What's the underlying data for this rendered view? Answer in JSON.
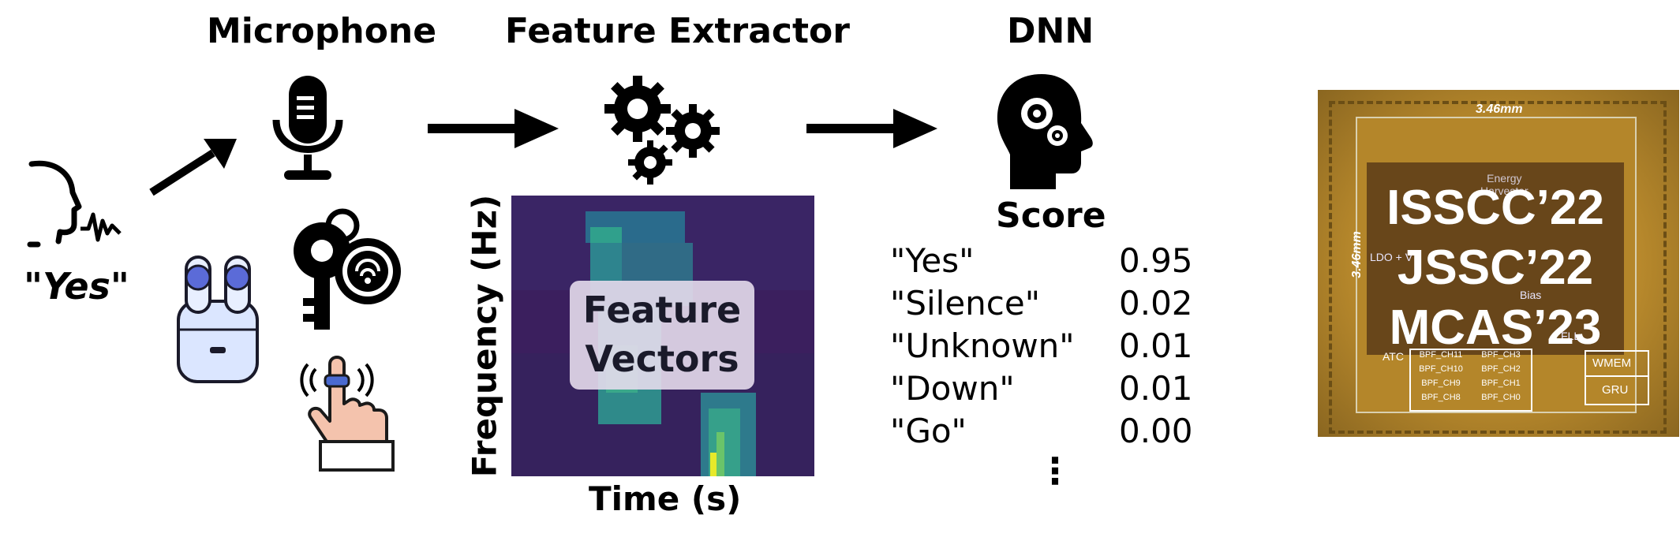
{
  "titles": {
    "microphone": "Microphone",
    "feature_extractor": "Feature Extractor",
    "dnn": "DNN"
  },
  "speech_label": "\"Yes\"",
  "spectrogram": {
    "ylabel": "Frequency (Hz)",
    "xlabel": "Time (s)",
    "overlay_line1": "Feature",
    "overlay_line2": "Vectors"
  },
  "score": {
    "header": "Score",
    "rows": [
      {
        "label": "\"Yes\"",
        "value": "0.95"
      },
      {
        "label": "\"Silence\"",
        "value": "0.02"
      },
      {
        "label": "\"Unknown\"",
        "value": "0.01"
      },
      {
        "label": "\"Down\"",
        "value": "0.01"
      },
      {
        "label": "\"Go\"",
        "value": "0.00"
      }
    ],
    "ellipsis": "⋮"
  },
  "chip": {
    "venues": [
      "ISSCC’22",
      "JSSC’22",
      "MCAS’23"
    ],
    "dim_top": "3.46mm",
    "dim_side": "3.46mm",
    "blocks": {
      "energy": "Energy\nHarvester",
      "ldo": "LDO + V",
      "bias": "Bias",
      "fll": "FLL",
      "atc": "ATC",
      "wmem": "WMEM",
      "gru": "GRU",
      "bpf": [
        "BPF_CH11",
        "BPF_CH3",
        "BPF_CH10",
        "BPF_CH2",
        "BPF_CH9",
        "BPF_CH1",
        "BPF_CH8",
        "BPF_CH0"
      ]
    }
  },
  "icons": [
    "speaking-head-icon",
    "microphone-icon",
    "earbuds-icon",
    "key-fob-icon",
    "smart-ring-icon",
    "gears-icon",
    "brain-head-icon"
  ],
  "colors": {
    "spectrogram_bg": "#3b1f5e",
    "chip_gold": "#b8892c",
    "overlay": "#e6dbec"
  }
}
